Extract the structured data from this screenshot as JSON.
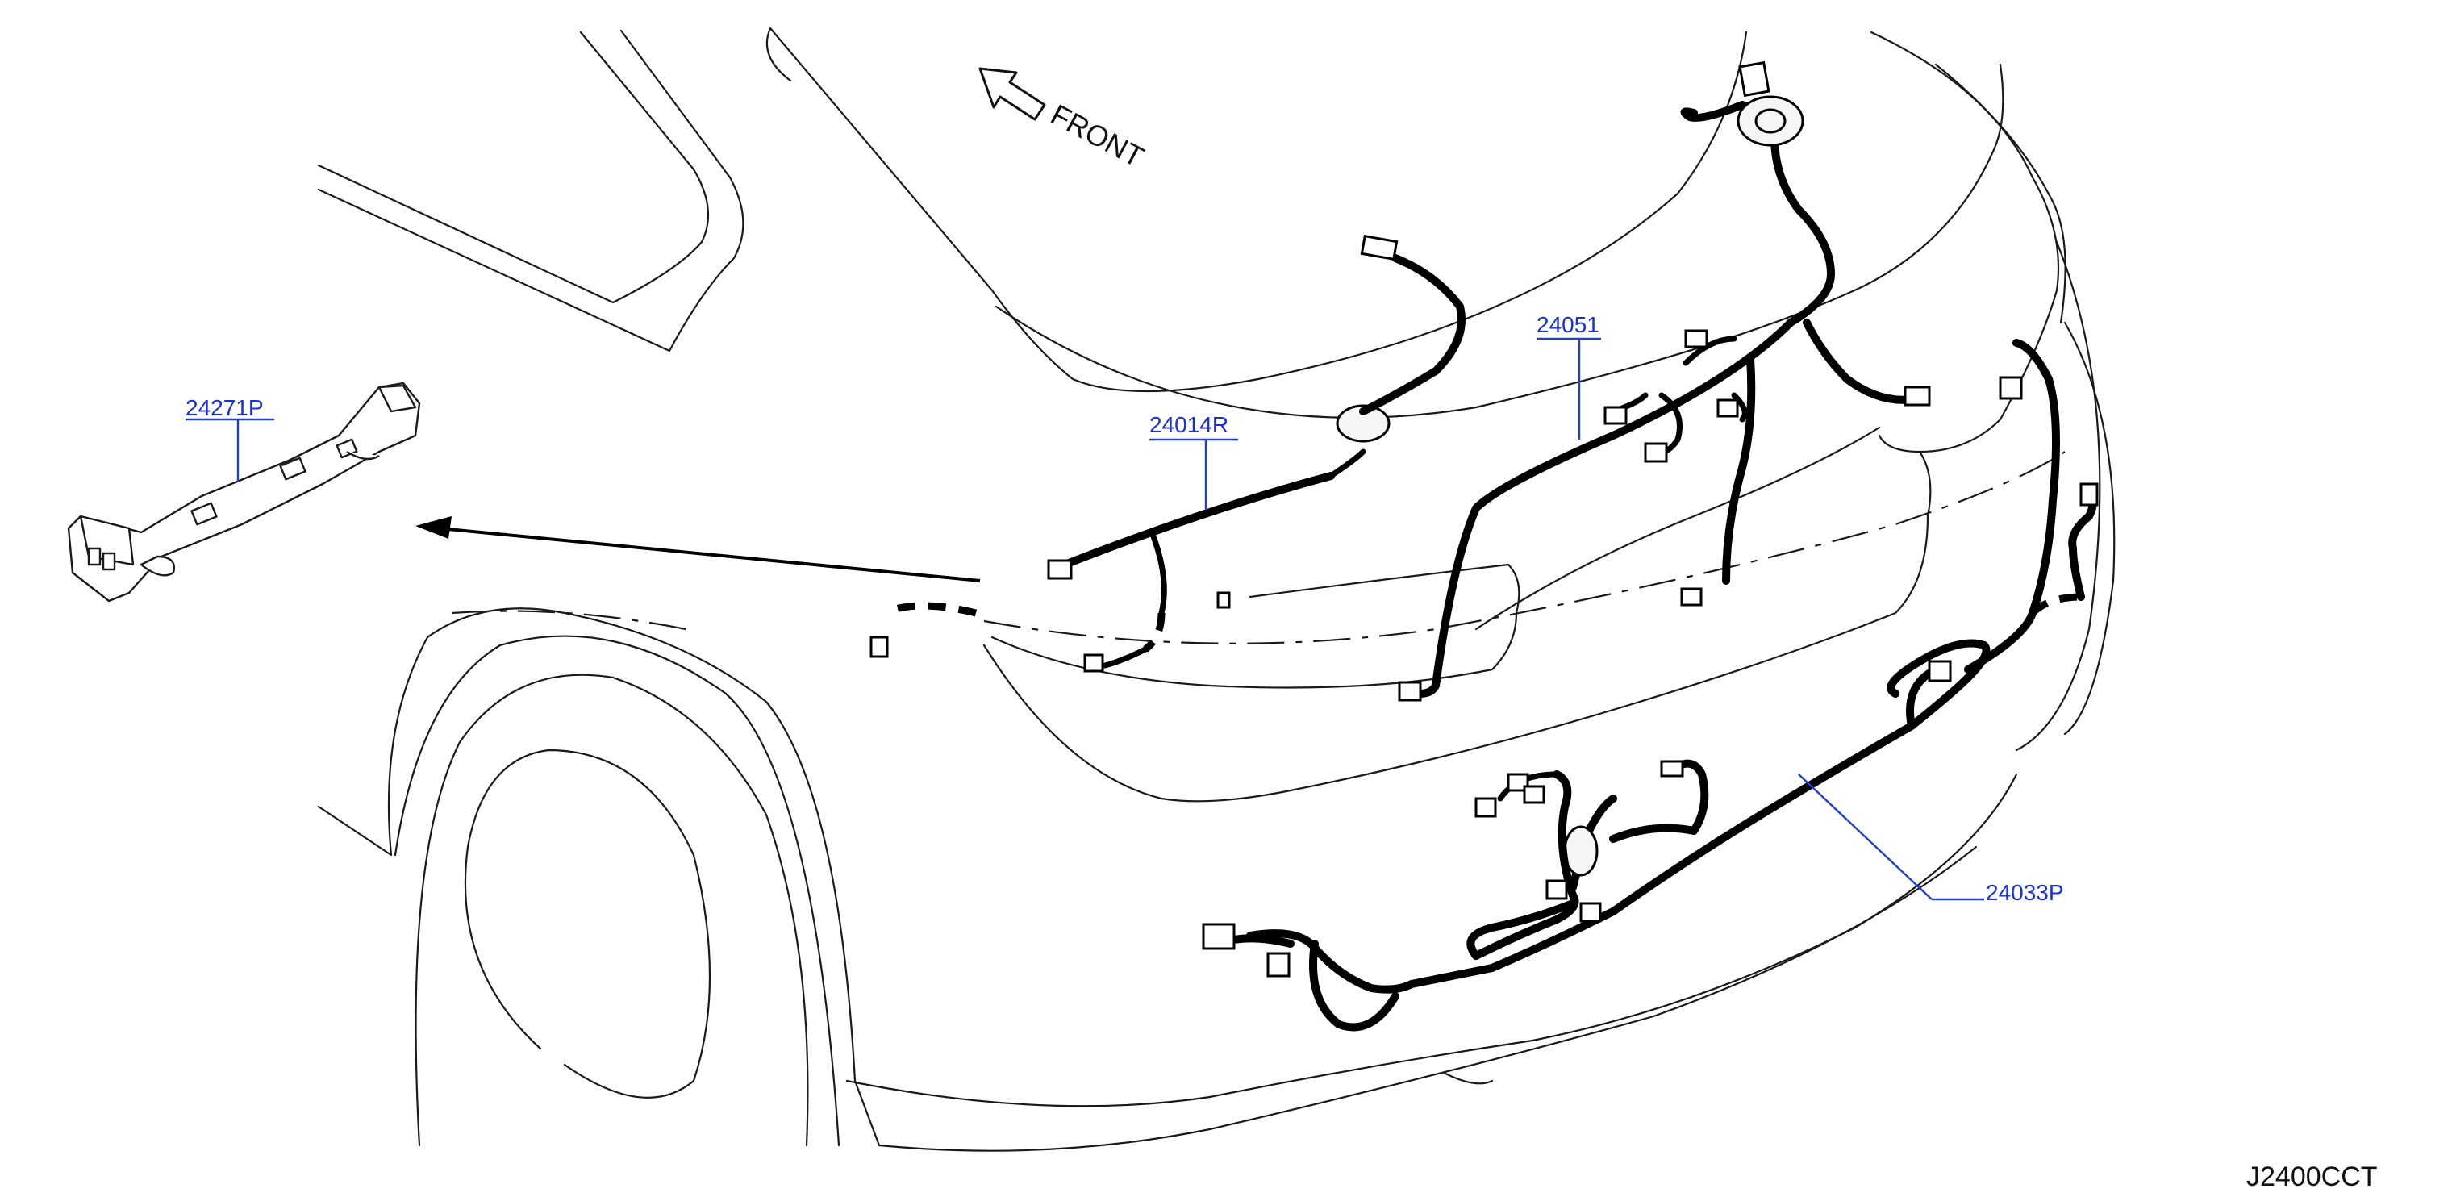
{
  "direction_label": "FRONT",
  "callouts": {
    "bracket": "24271P",
    "body_harness": "24014R",
    "tail_harness": "24051",
    "rear_harness": "24033P"
  },
  "diagram_code": "J2400CCT",
  "colors": {
    "callout": "#1a2fdc",
    "leader": "#1f3fd0",
    "outline": "#1a1a1a",
    "harness": "#000000"
  }
}
